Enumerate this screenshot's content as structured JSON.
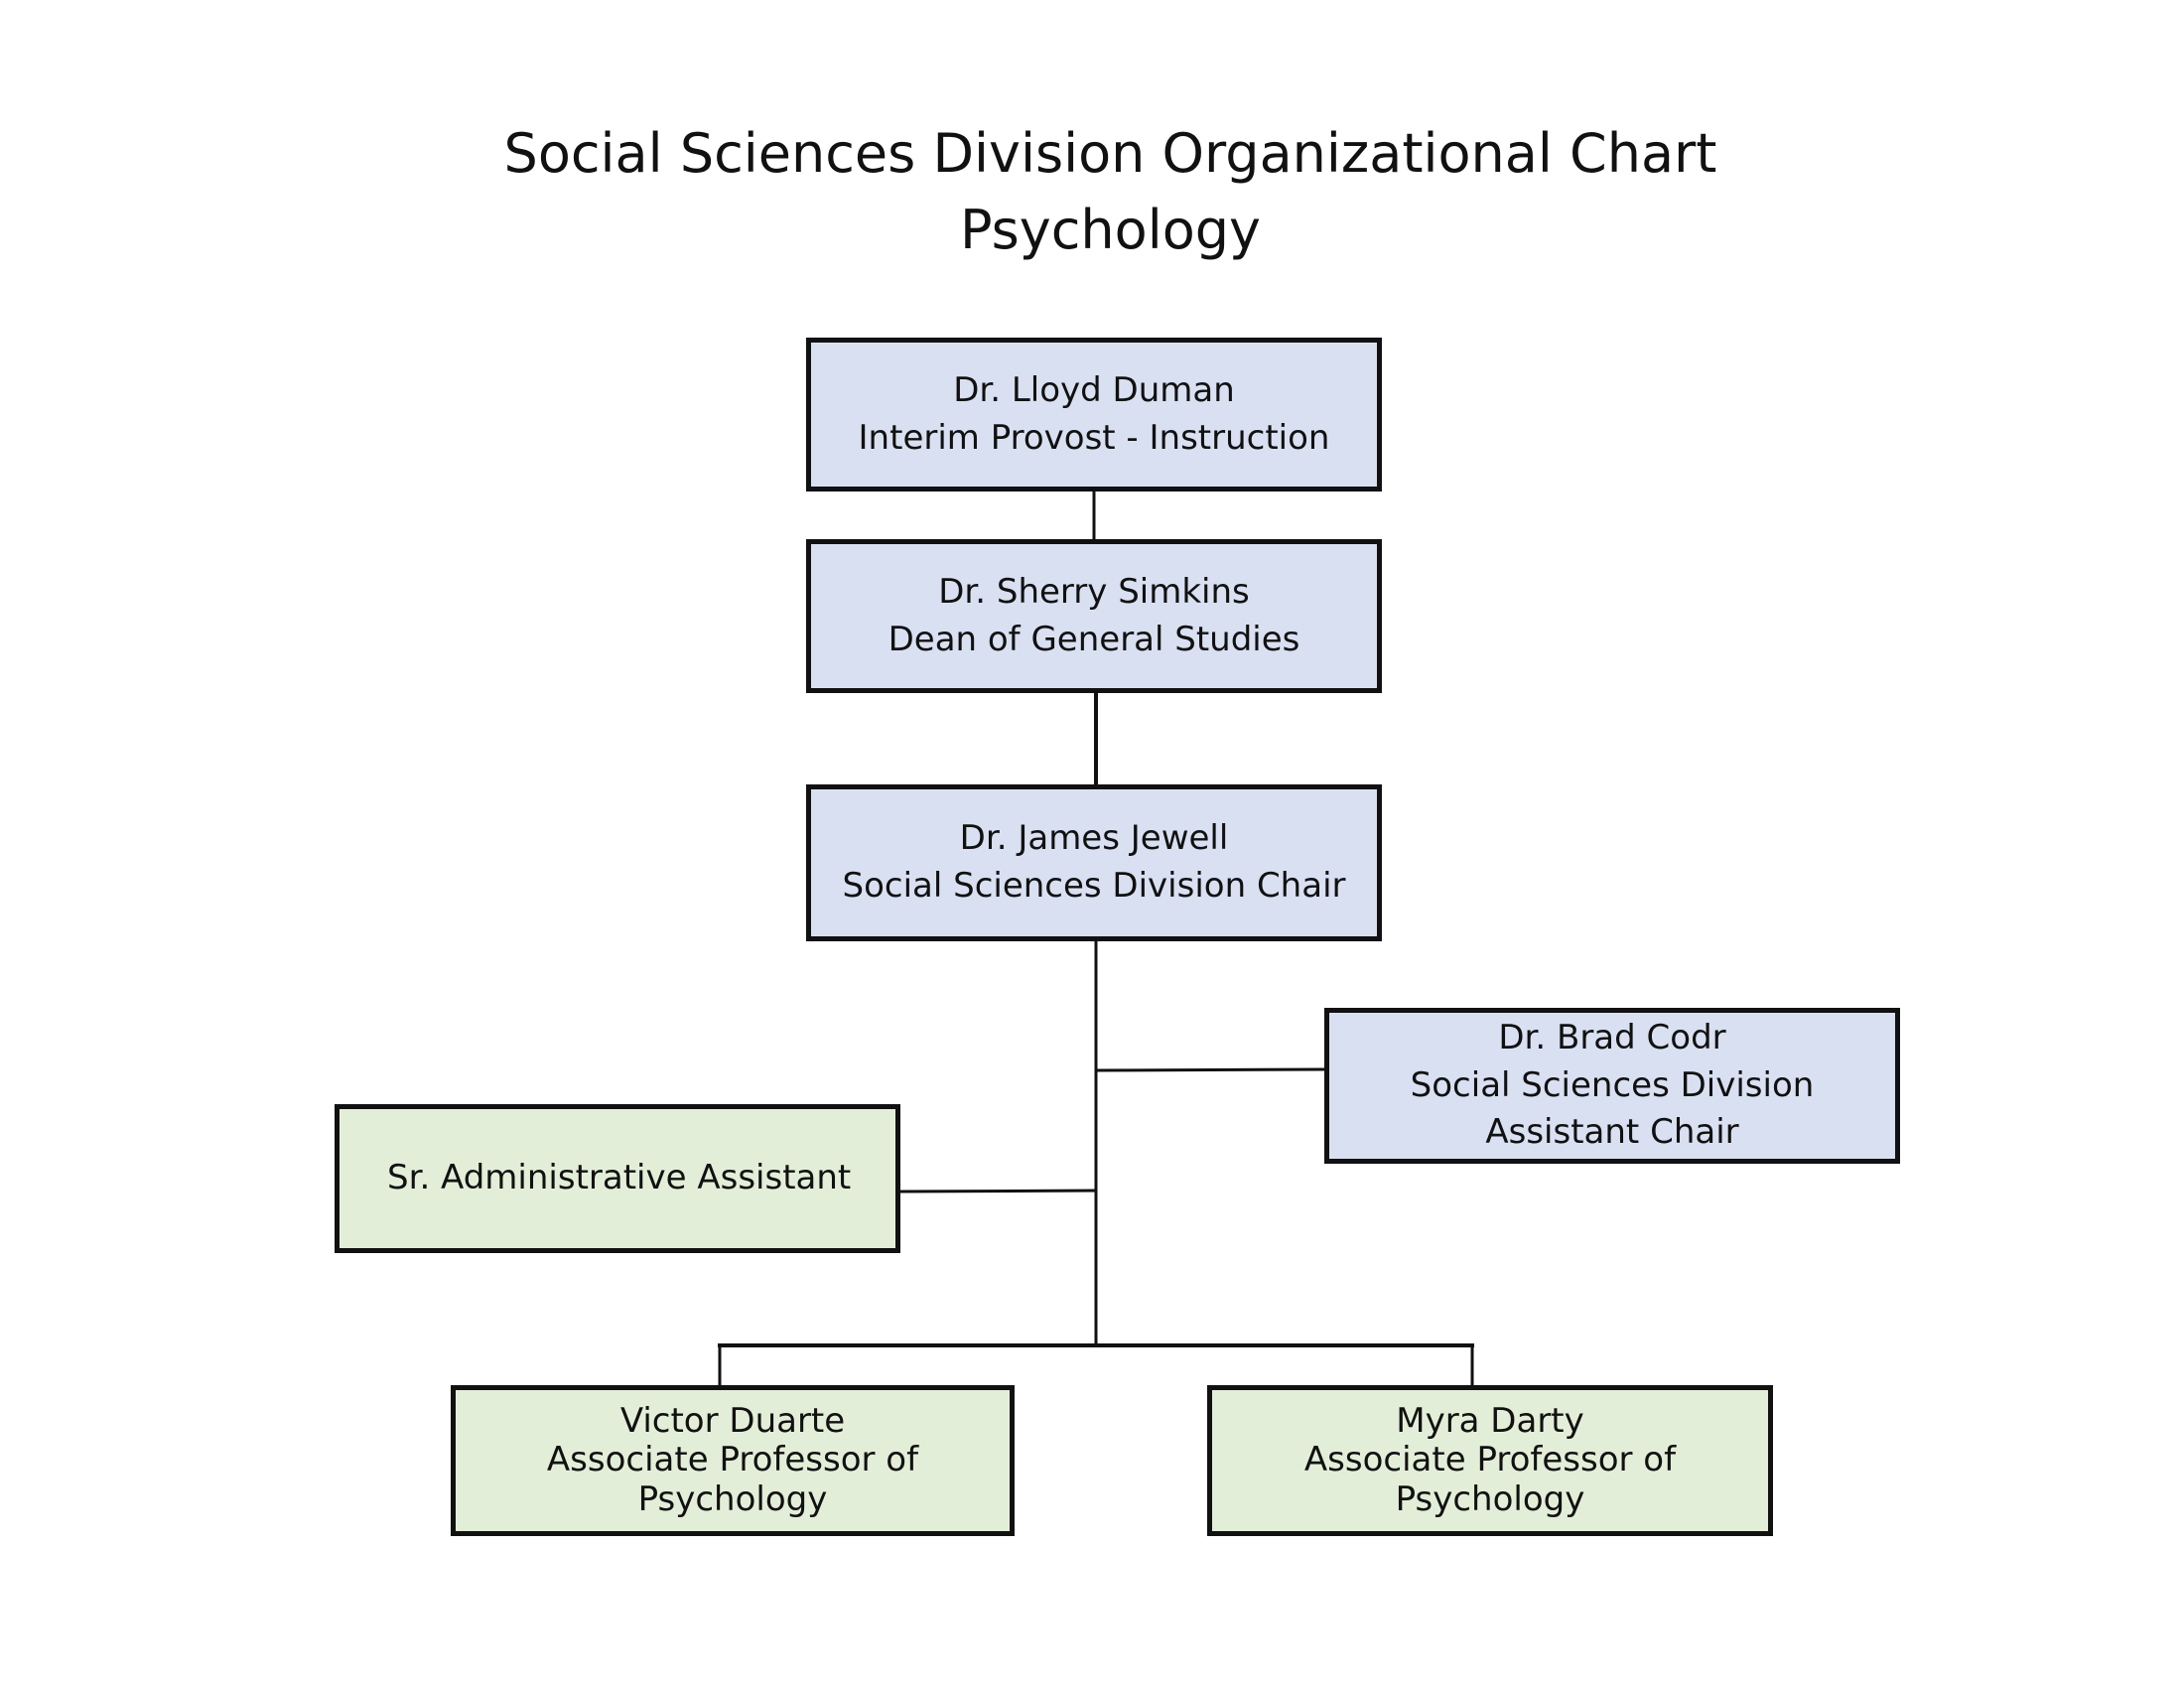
{
  "title": {
    "line1": "Social Sciences Division Organizational Chart",
    "line2": "Psychology"
  },
  "nodes": {
    "provost": {
      "name": "Dr. Lloyd Duman",
      "role": "Interim Provost - Instruction"
    },
    "dean": {
      "name": "Dr. Sherry Simkins",
      "role": "Dean of General Studies"
    },
    "chair": {
      "name": "Dr. James Jewell",
      "role": "Social Sciences Division Chair"
    },
    "assistant_chair": {
      "name": "Dr. Brad Codr",
      "role_line1": "Social Sciences Division",
      "role_line2": "Assistant Chair"
    },
    "admin": {
      "role": "Sr. Administrative Assistant"
    },
    "duarte": {
      "name": "Victor Duarte",
      "role_line1": "Associate Professor of",
      "role_line2": "Psychology"
    },
    "darty": {
      "name": "Myra Darty",
      "role_line1": "Associate Professor of",
      "role_line2": "Psychology"
    }
  },
  "edges": [
    {
      "from": "provost",
      "to": "dean"
    },
    {
      "from": "dean",
      "to": "chair"
    },
    {
      "from": "chair",
      "to": "assistant_chair"
    },
    {
      "from": "chair",
      "to": "admin"
    },
    {
      "from": "chair",
      "to": "duarte"
    },
    {
      "from": "chair",
      "to": "darty"
    }
  ],
  "colors": {
    "leadership_fill": "#d9e0f2",
    "staff_fill": "#e3eed8",
    "border": "#111111"
  }
}
